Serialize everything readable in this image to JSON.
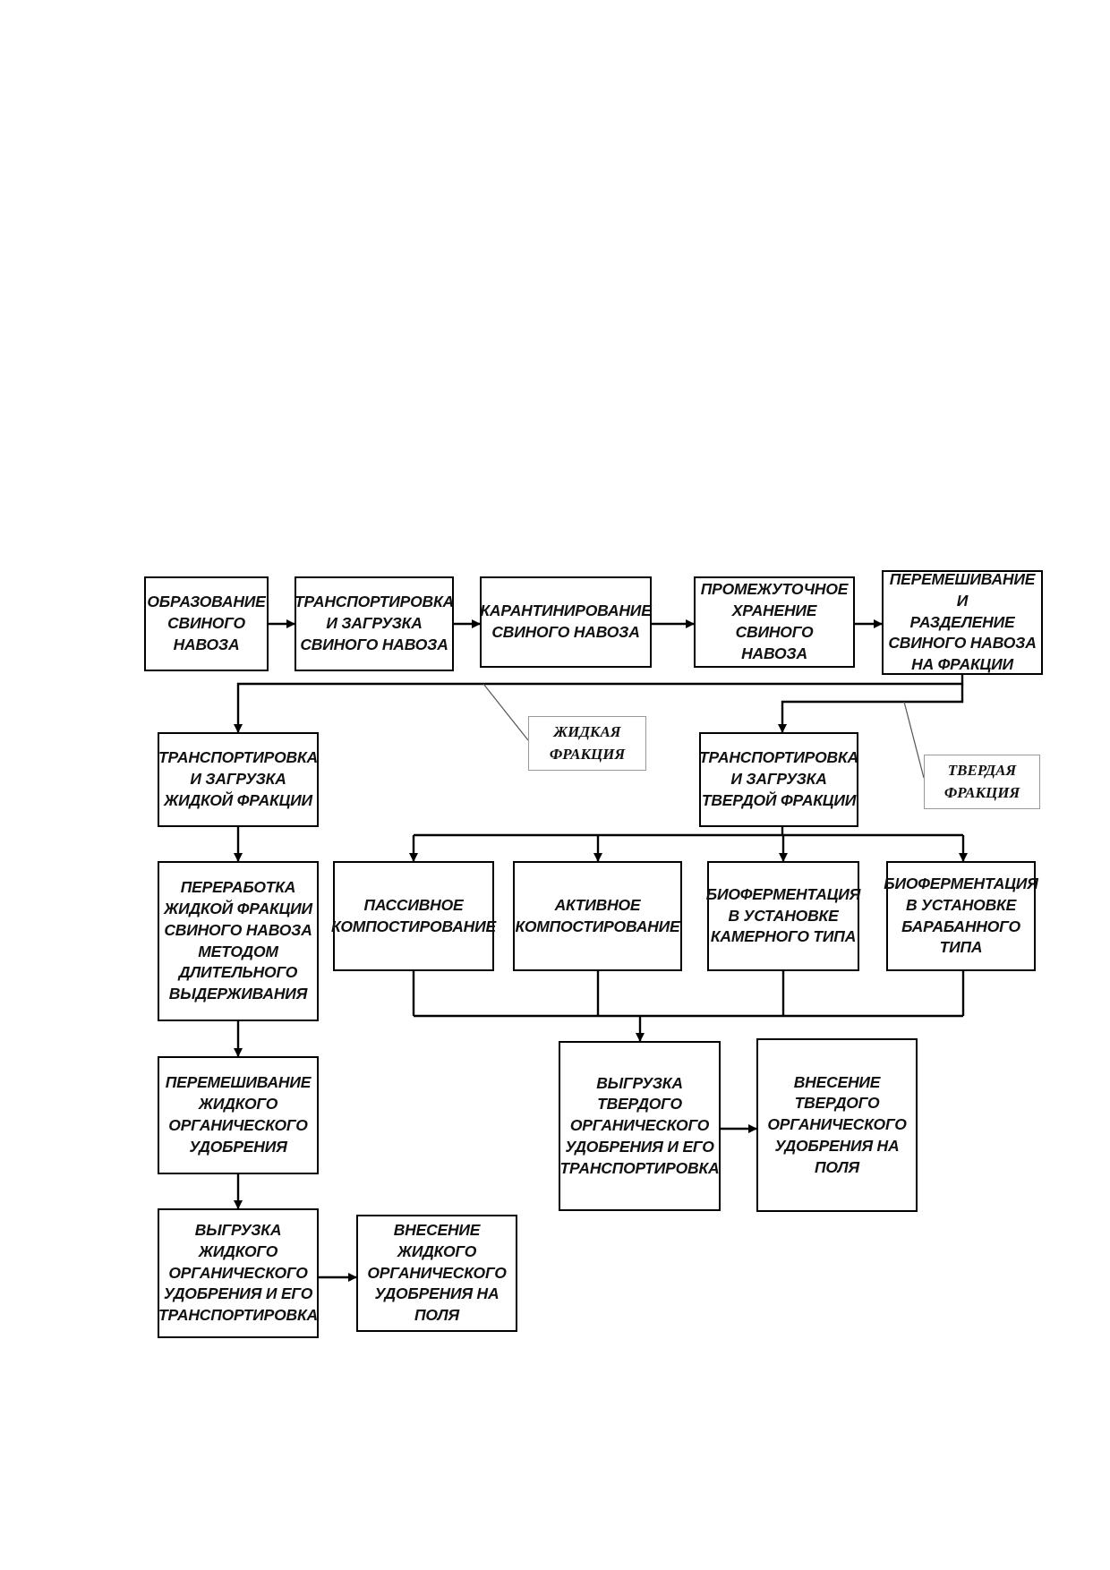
{
  "diagram": {
    "nodes": {
      "formation": "ОБРАЗОВАНИЕ\nСВИНОГО\nНАВОЗА",
      "transport_load": "ТРАНСПОРТИРОВКА\nИ ЗАГРУЗКА\nСВИНОГО НАВОЗА",
      "quarantine": "КАРАНТИНИРОВАНИЕ\nСВИНОГО НАВОЗА",
      "intermediate_storage": "ПРОМЕЖУТОЧНОЕ\nХРАНЕНИЕ СВИНОГО\nНАВОЗА",
      "mixing_separation": "ПЕРЕМЕШИВАНИЕ И\nРАЗДЕЛЕНИЕ\nСВИНОГО НАВОЗА\nНА ФРАКЦИИ",
      "liquid_transport": "ТРАНСПОРТИРОВКА\nИ ЗАГРУЗКА\nЖИДКОЙ ФРАКЦИИ",
      "liquid_processing": "ПЕРЕРАБОТКА\nЖИДКОЙ ФРАКЦИИ\nСВИНОГО НАВОЗА\nМЕТОДОМ\nДЛИТЕЛЬНОГО\nВЫДЕРЖИВАНИЯ",
      "liquid_mixing": "ПЕРЕМЕШИВАНИЕ\nЖИДКОГО\nОРГАНИЧЕСКОГО\nУДОБРЕНИЯ",
      "liquid_unloading": "ВЫГРУЗКА\nЖИДКОГО\nОРГАНИЧЕСКОГО\nУДОБРЕНИЯ И ЕГО\nТРАНСПОРТИРОВКА",
      "liquid_application": "ВНЕСЕНИЕ\nЖИДКОГО\nОРГАНИЧЕСКОГО\nУДОБРЕНИЯ НА\nПОЛЯ",
      "solid_transport": "ТРАНСПОРТИРОВКА\nИ ЗАГРУЗКА\nТВЕРДОЙ ФРАКЦИИ",
      "passive_composting": "ПАССИВНОЕ\nКОМПОСТИРОВАНИЕ",
      "active_composting": "АКТИВНОЕ\nКОМПОСТИРОВАНИЕ",
      "biofermentation_chamber": "БИОФЕРМЕНТАЦИЯ\nВ УСТАНОВКЕ\nКАМЕРНОГО ТИПА",
      "biofermentation_drum": "БИОФЕРМЕНТАЦИЯ\nВ УСТАНОВКЕ\nБАРАБАННОГО\nТИПА",
      "solid_unloading": "ВЫГРУЗКА\nТВЕРДОГО\nОРГАНИЧЕСКОГО\nУДОБРЕНИЯ И ЕГО\nТРАНСПОРТИРОВКА",
      "solid_application": "ВНЕСЕНИЕ\nТВЕРДОГО\nОРГАНИЧЕСКОГО\nУДОБРЕНИЯ НА\nПОЛЯ"
    },
    "callouts": {
      "liquid_fraction": "ЖИДКАЯ\nФРАКЦИЯ",
      "solid_fraction": "ТВЕРДАЯ\nФРАКЦИЯ"
    },
    "colors": {
      "line": "#000000",
      "callout_border": "#999999",
      "leader_line": "#555555",
      "background": "#ffffff"
    }
  }
}
